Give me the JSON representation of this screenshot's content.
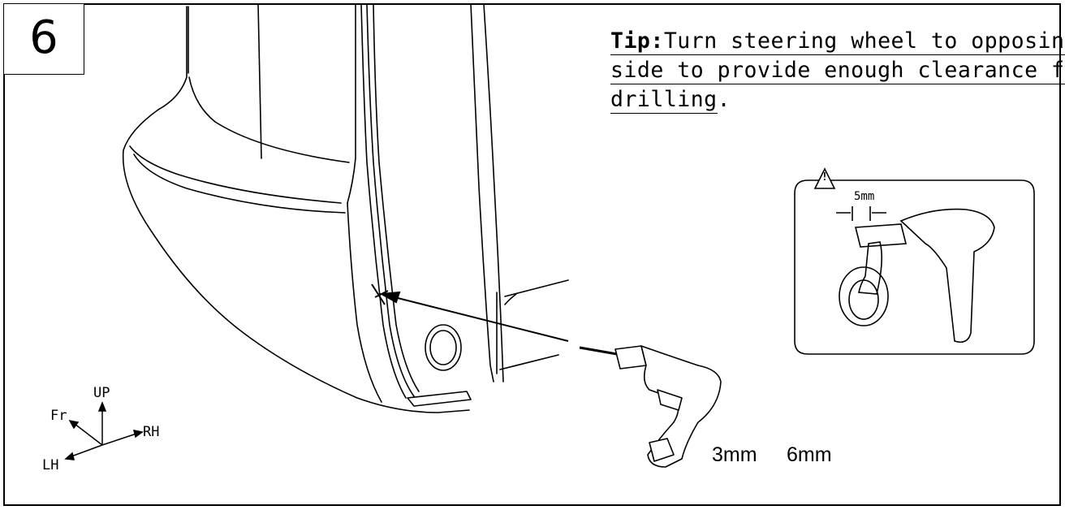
{
  "step_number": "6",
  "tip": {
    "label": "Tip:",
    "line1": "Turn steering wheel to opposing",
    "line2": "side to provide enough clearance for",
    "line3": "drilling",
    "line3_end": "."
  },
  "detail": {
    "dimension_label": "5mm",
    "warning_symbol": "!"
  },
  "drill_bits": {
    "small": "3mm",
    "large": "6mm"
  },
  "orientation": {
    "up": "UP",
    "front": "Fr",
    "right": "RH",
    "left": "LH"
  }
}
